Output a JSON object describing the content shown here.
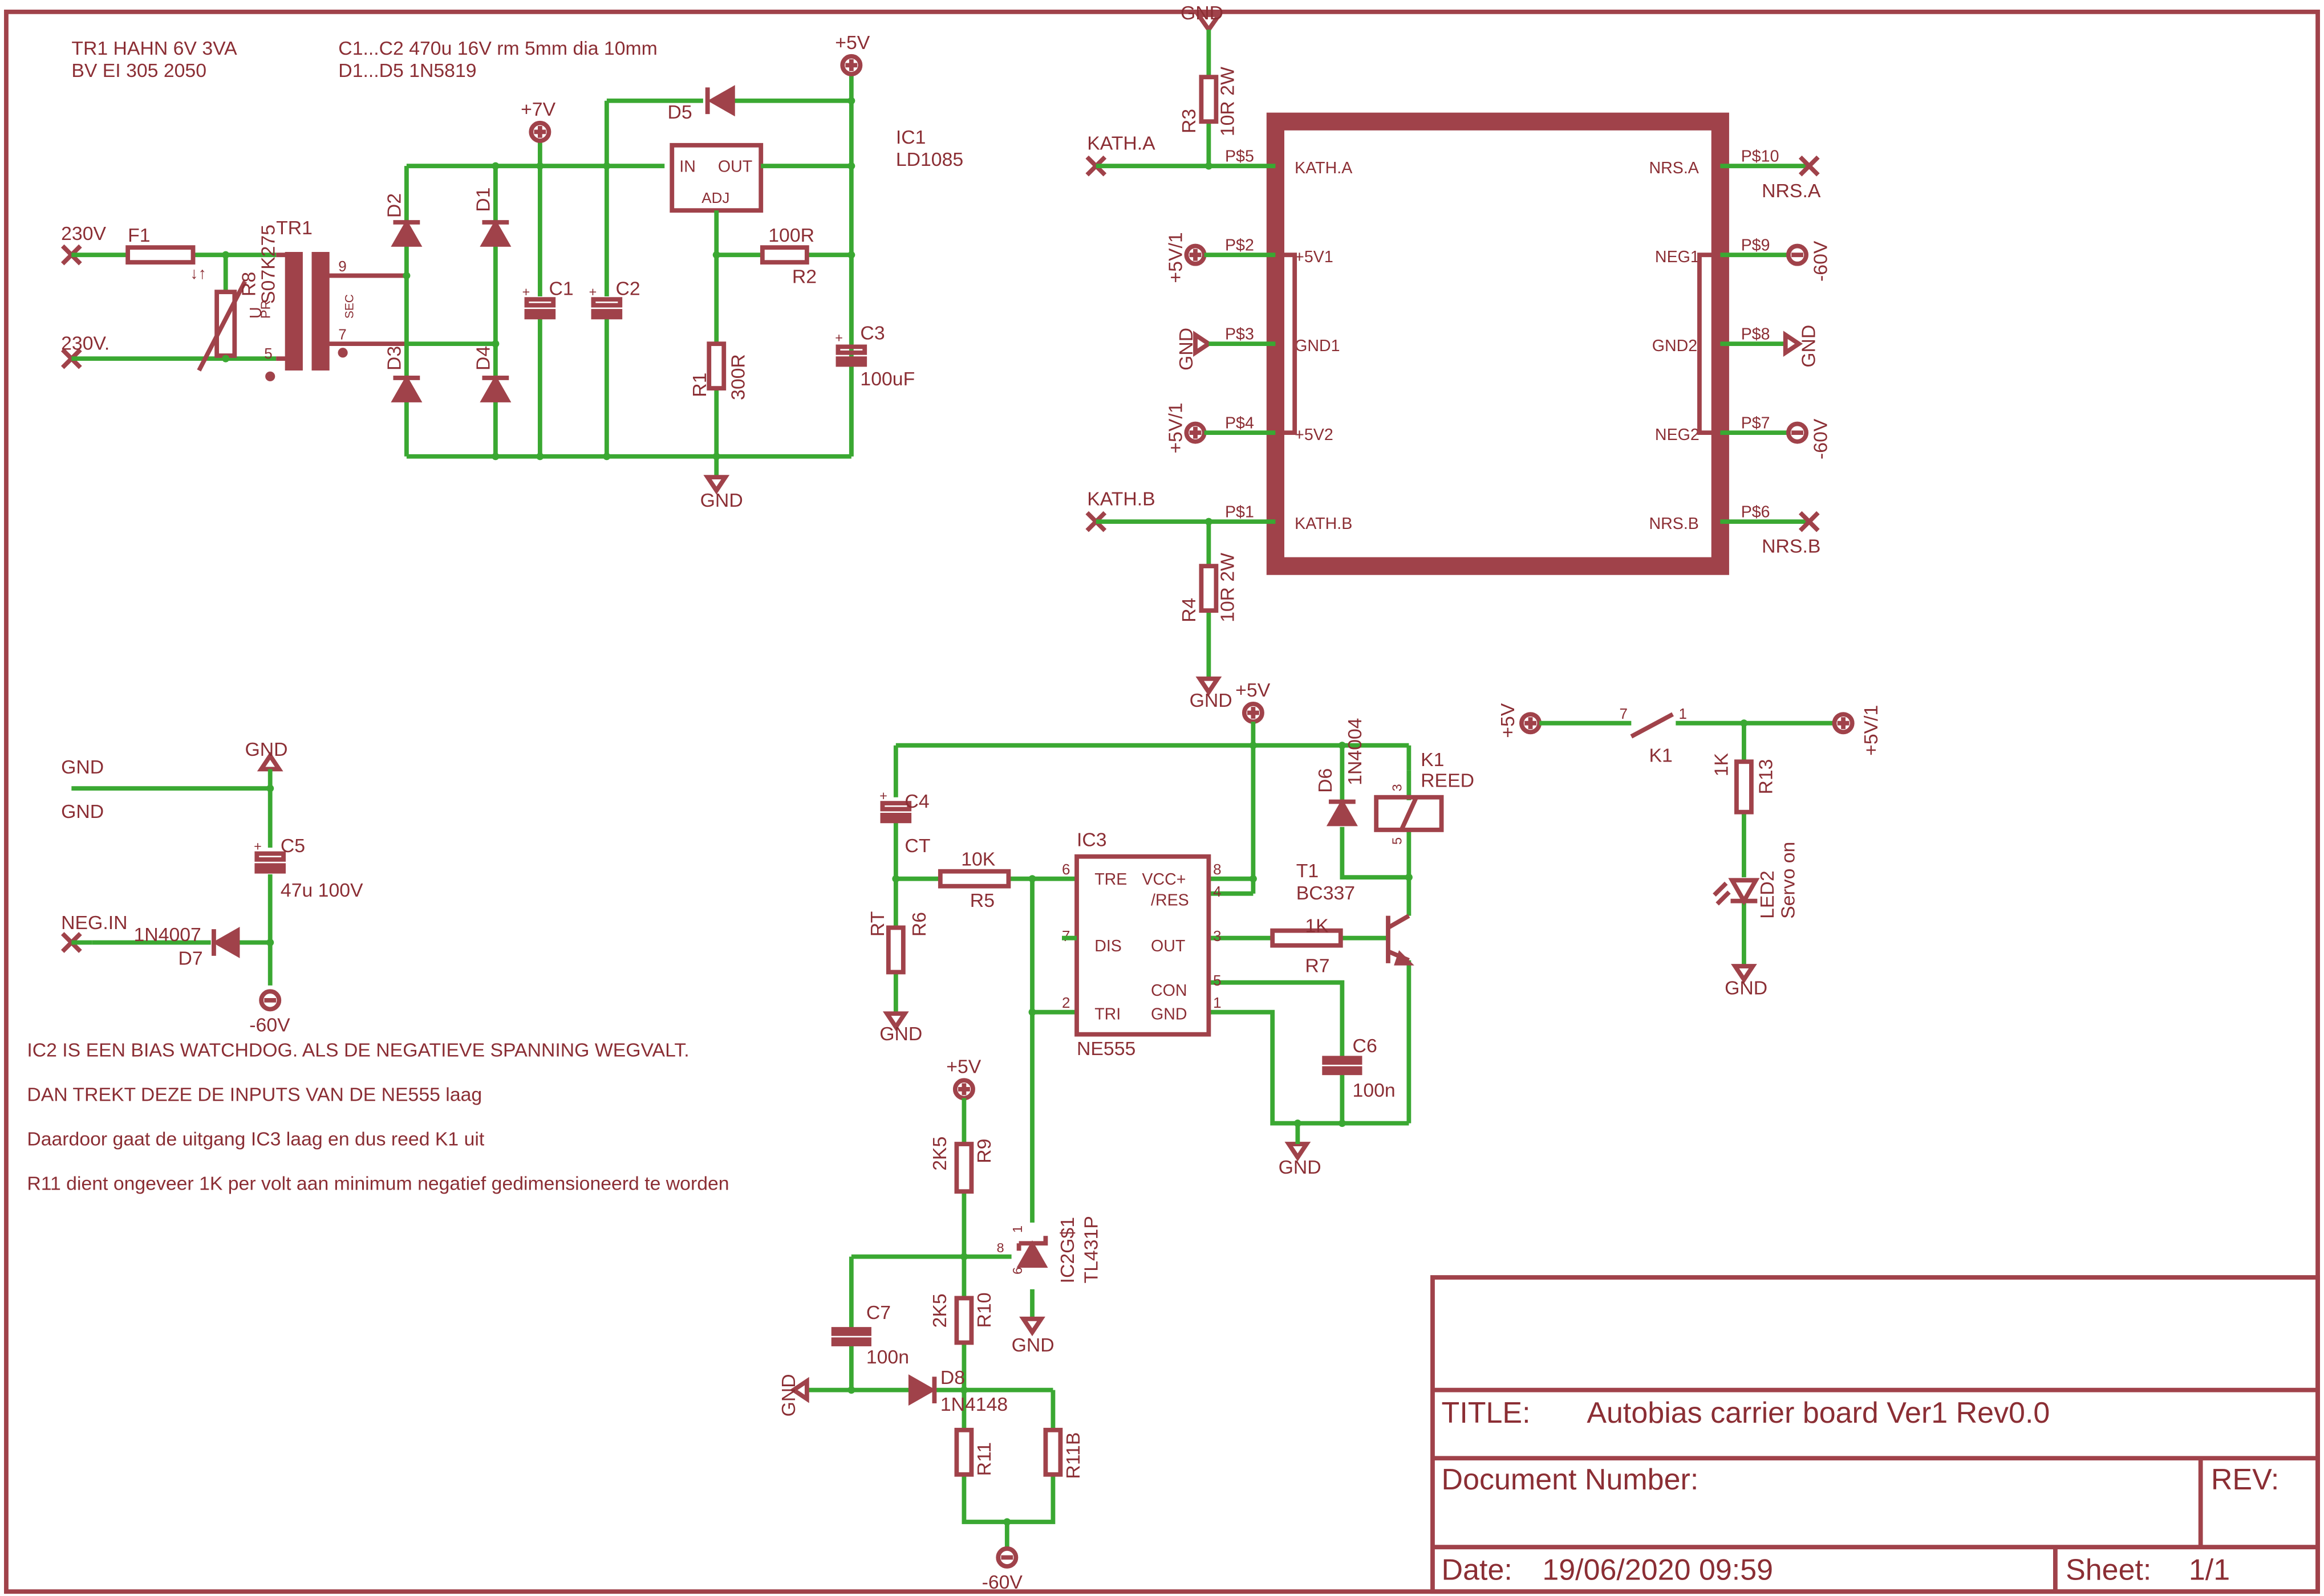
{
  "notes": {
    "tr1_line1": "TR1 HAHN 6V 3VA",
    "tr1_line2": "BV EI 305 2050",
    "caps_line1": "C1...C2 470u 16V rm 5mm dia 10mm",
    "caps_line2": "D1...D5 1N5819",
    "explain1": "IC2 IS EEN BIAS WATCHDOG. ALS DE NEGATIEVE SPANNING WEGVALT.",
    "explain2": "DAN TREKT DEZE DE INPUTS VAN DE NE555 laag",
    "explain3": "Daardoor gaat de uitgang IC3 laag en dus reed K1 uit",
    "explain4": "R11 dient ongeveer 1K per volt aan minimum negatief gedimensioneerd te worden"
  },
  "supply": {
    "in1": "230V",
    "in2": "230V.",
    "fuse": "F1",
    "tr": "TR1",
    "varistor": "S07K275",
    "rv": "R8",
    "u_label": "U",
    "pr_label": "PR",
    "pin9": "9",
    "pin7": "7",
    "pin5": "5",
    "sec": "SEC",
    "d1": "D1",
    "d2": "D2",
    "d3": "D3",
    "d4": "D4",
    "d5": "D5",
    "c1": "C1",
    "c2": "C2",
    "c3": "C3",
    "c3_val": "100uF",
    "p7": "+7V",
    "p5": "+5V",
    "ic1": "IC1",
    "ic1_part": "LD1085",
    "in": "IN",
    "out": "OUT",
    "adj": "ADJ",
    "r2_val": "100R",
    "r2": "R2",
    "r1": "R1",
    "r1_val": "300R",
    "gnd": "GND"
  },
  "connector": {
    "gnd_top": "GND",
    "r3": "R3",
    "r3_val": "10R 2W",
    "r4": "R4",
    "r4_val": "10R 2W",
    "gnd_bot": "GND",
    "kath_a": "KATH.A",
    "kath_b": "KATH.B",
    "p5v1a": "+5V/1",
    "p5v1b": "+5V/1",
    "gnd": "GND",
    "ps5": "P$5",
    "ps2": "P$2",
    "ps3": "P$3",
    "ps4": "P$4",
    "ps1": "P$1",
    "ps10": "P$10",
    "ps9": "P$9",
    "ps8": "P$8",
    "ps7": "P$7",
    "ps6": "P$6",
    "l_kath_a": "KATH.A",
    "l_5v1": "+5V1",
    "l_gnd1": "GND1",
    "l_5v2": "+5V2",
    "l_kath_b": "KATH.B",
    "l_nrs_a": "NRS.A",
    "l_neg1": "NEG1",
    "l_gnd2": "GND2",
    "l_neg2": "NEG2",
    "l_nrs_b": "NRS.B",
    "nrs_a": "NRS.A",
    "nrs_b": "NRS.B",
    "m60a": "-60V",
    "m60b": "-60V",
    "gnd_r": "GND"
  },
  "bias": {
    "gnd_top": "GND",
    "gnd_net1": "GND",
    "gnd_net2": "GND",
    "c5": "C5",
    "c5_val": "47u 100V",
    "neg_in": "NEG.IN",
    "d7_part": "1N4007",
    "d7": "D7",
    "m60": "-60V"
  },
  "timer": {
    "p5": "+5V",
    "c4": "C4",
    "ct": "CT",
    "rt": "RT",
    "r6": "R6",
    "r5_val": "10K",
    "r5": "R5",
    "gnd_r6": "GND",
    "ic3": "IC3",
    "ic3_part": "NE555",
    "tre": "TRE",
    "vcc": "VCC+",
    "res": "/RES",
    "dis": "DIS",
    "out": "OUT",
    "con": "CON",
    "tri": "TRI",
    "gnd_pin": "GND",
    "pin6": "6",
    "pin7": "7",
    "pin2": "2",
    "pin8": "8",
    "pin4": "4",
    "pin3": "3",
    "pin5": "5",
    "pin1": "1",
    "r7_val": "1K",
    "r7": "R7",
    "t1": "T1",
    "t1_part": "BC337",
    "c6": "C6",
    "c6_val": "100n",
    "gnd": "GND",
    "d6": "D6",
    "d6_part": "1N4004",
    "k1": "K1",
    "k1_part": "REED",
    "k1p3": "3",
    "k1p5": "5"
  },
  "watchdog": {
    "p5": "+5V",
    "r9_val": "2K5",
    "r9": "R9",
    "pin8": "8",
    "pin1": "1",
    "pin6": "6",
    "ic2": "IC2G$1",
    "ic2_part": "TL431P",
    "gnd_ic2": "GND",
    "c7": "C7",
    "c7_val": "100n",
    "r10_val": "2K5",
    "r10": "R10",
    "gnd_c7": "GND",
    "d8": "D8",
    "d8_part": "1N4148",
    "r11": "R11",
    "r11b": "R11B",
    "m60": "-60V"
  },
  "switch": {
    "p5": "+5V",
    "pin7": "7",
    "pin1": "1",
    "k1": "K1",
    "p5v1": "+5V/1",
    "r13_val": "1K",
    "r13": "R13",
    "led": "LED2",
    "led_lbl": "Servo on",
    "gnd": "GND"
  },
  "titleblock": {
    "title_lbl": "TITLE:",
    "title": "Autobias carrier board Ver1 Rev0.0",
    "docnum": "Document Number:",
    "rev": "REV:",
    "date_lbl": "Date:",
    "date": "19/06/2020 09:59",
    "sheet_lbl": "Sheet:",
    "sheet": "1/1"
  }
}
